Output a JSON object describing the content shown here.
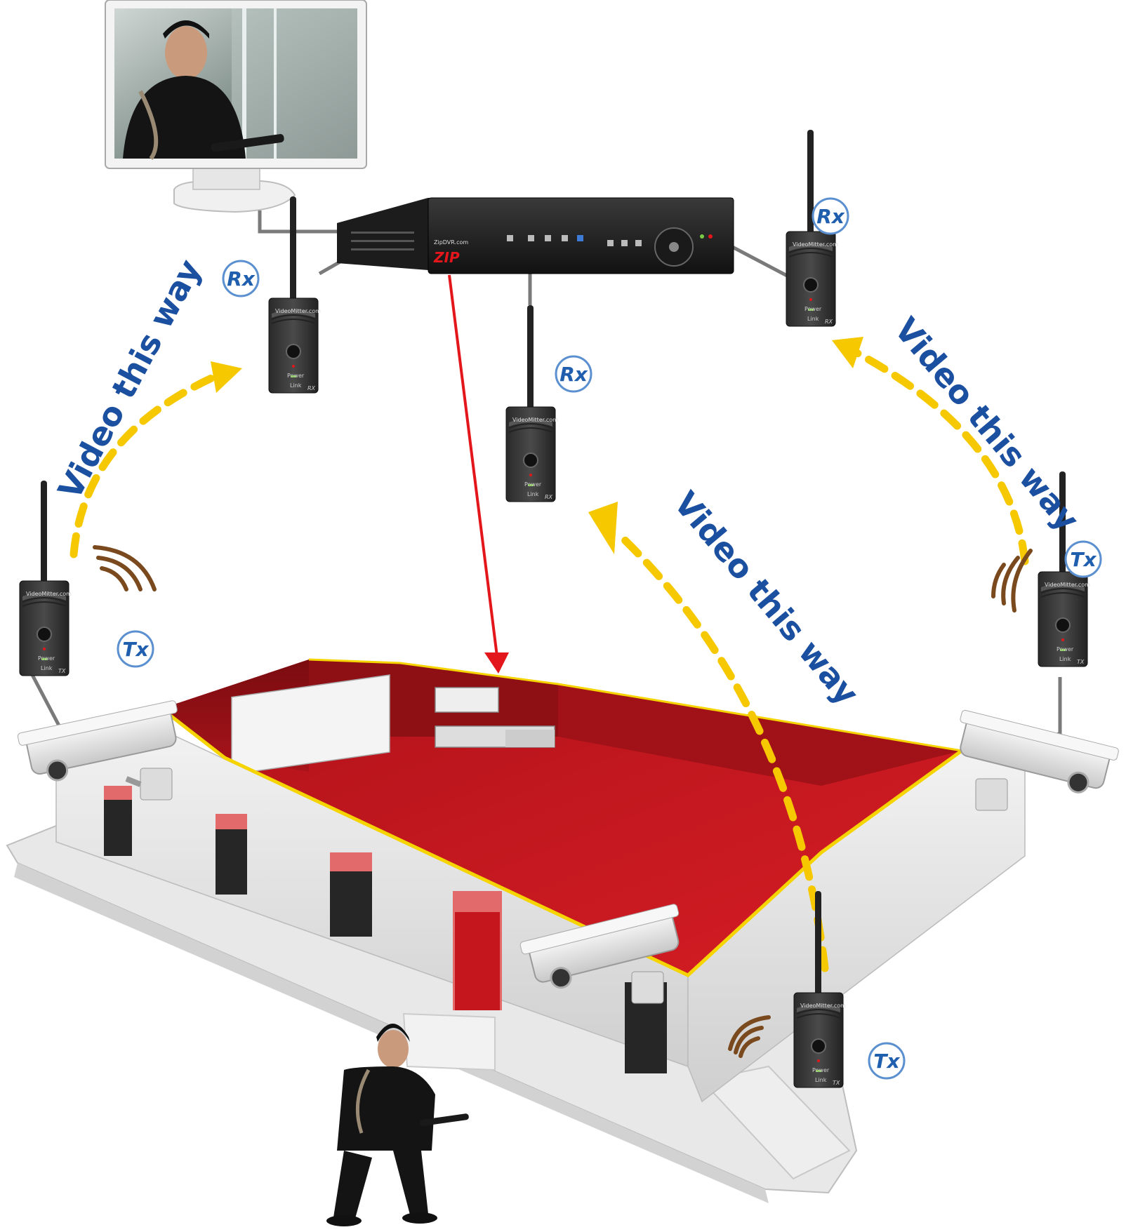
{
  "diagram": {
    "receivers": [
      {
        "badge": "Rx",
        "device_brand": "VideoMitter.com",
        "device_code": "RX",
        "power_label": "Power",
        "link_label": "Link"
      },
      {
        "badge": "Rx",
        "device_brand": "VideoMitter.com",
        "device_code": "RX",
        "power_label": "Power",
        "link_label": "Link"
      },
      {
        "badge": "Rx",
        "device_brand": "VideoMitter.com",
        "device_code": "RX",
        "power_label": "Power",
        "link_label": "Link"
      }
    ],
    "transmitters": [
      {
        "badge": "Tx",
        "device_brand": "VideoMitter.com",
        "device_code": "TX",
        "power_label": "Power",
        "link_label": "Link"
      },
      {
        "badge": "Tx",
        "device_brand": "VideoMitter.com",
        "device_code": "TX",
        "power_label": "Power",
        "link_label": "Link"
      },
      {
        "badge": "Tx",
        "device_brand": "VideoMitter.com",
        "device_code": "TX",
        "power_label": "Power",
        "link_label": "Link"
      }
    ],
    "arrows": [
      {
        "label": "Video this way"
      },
      {
        "label": "Video this way"
      },
      {
        "label": "Video this way"
      }
    ],
    "dvr": {
      "brand": "ZipDVR.com",
      "logo": "ZIP"
    },
    "colors": {
      "roof_red": "#c4161c",
      "arrow_yellow": "#f5c800",
      "label_blue": "#1b4fa0",
      "link_red": "#e3161b"
    }
  }
}
